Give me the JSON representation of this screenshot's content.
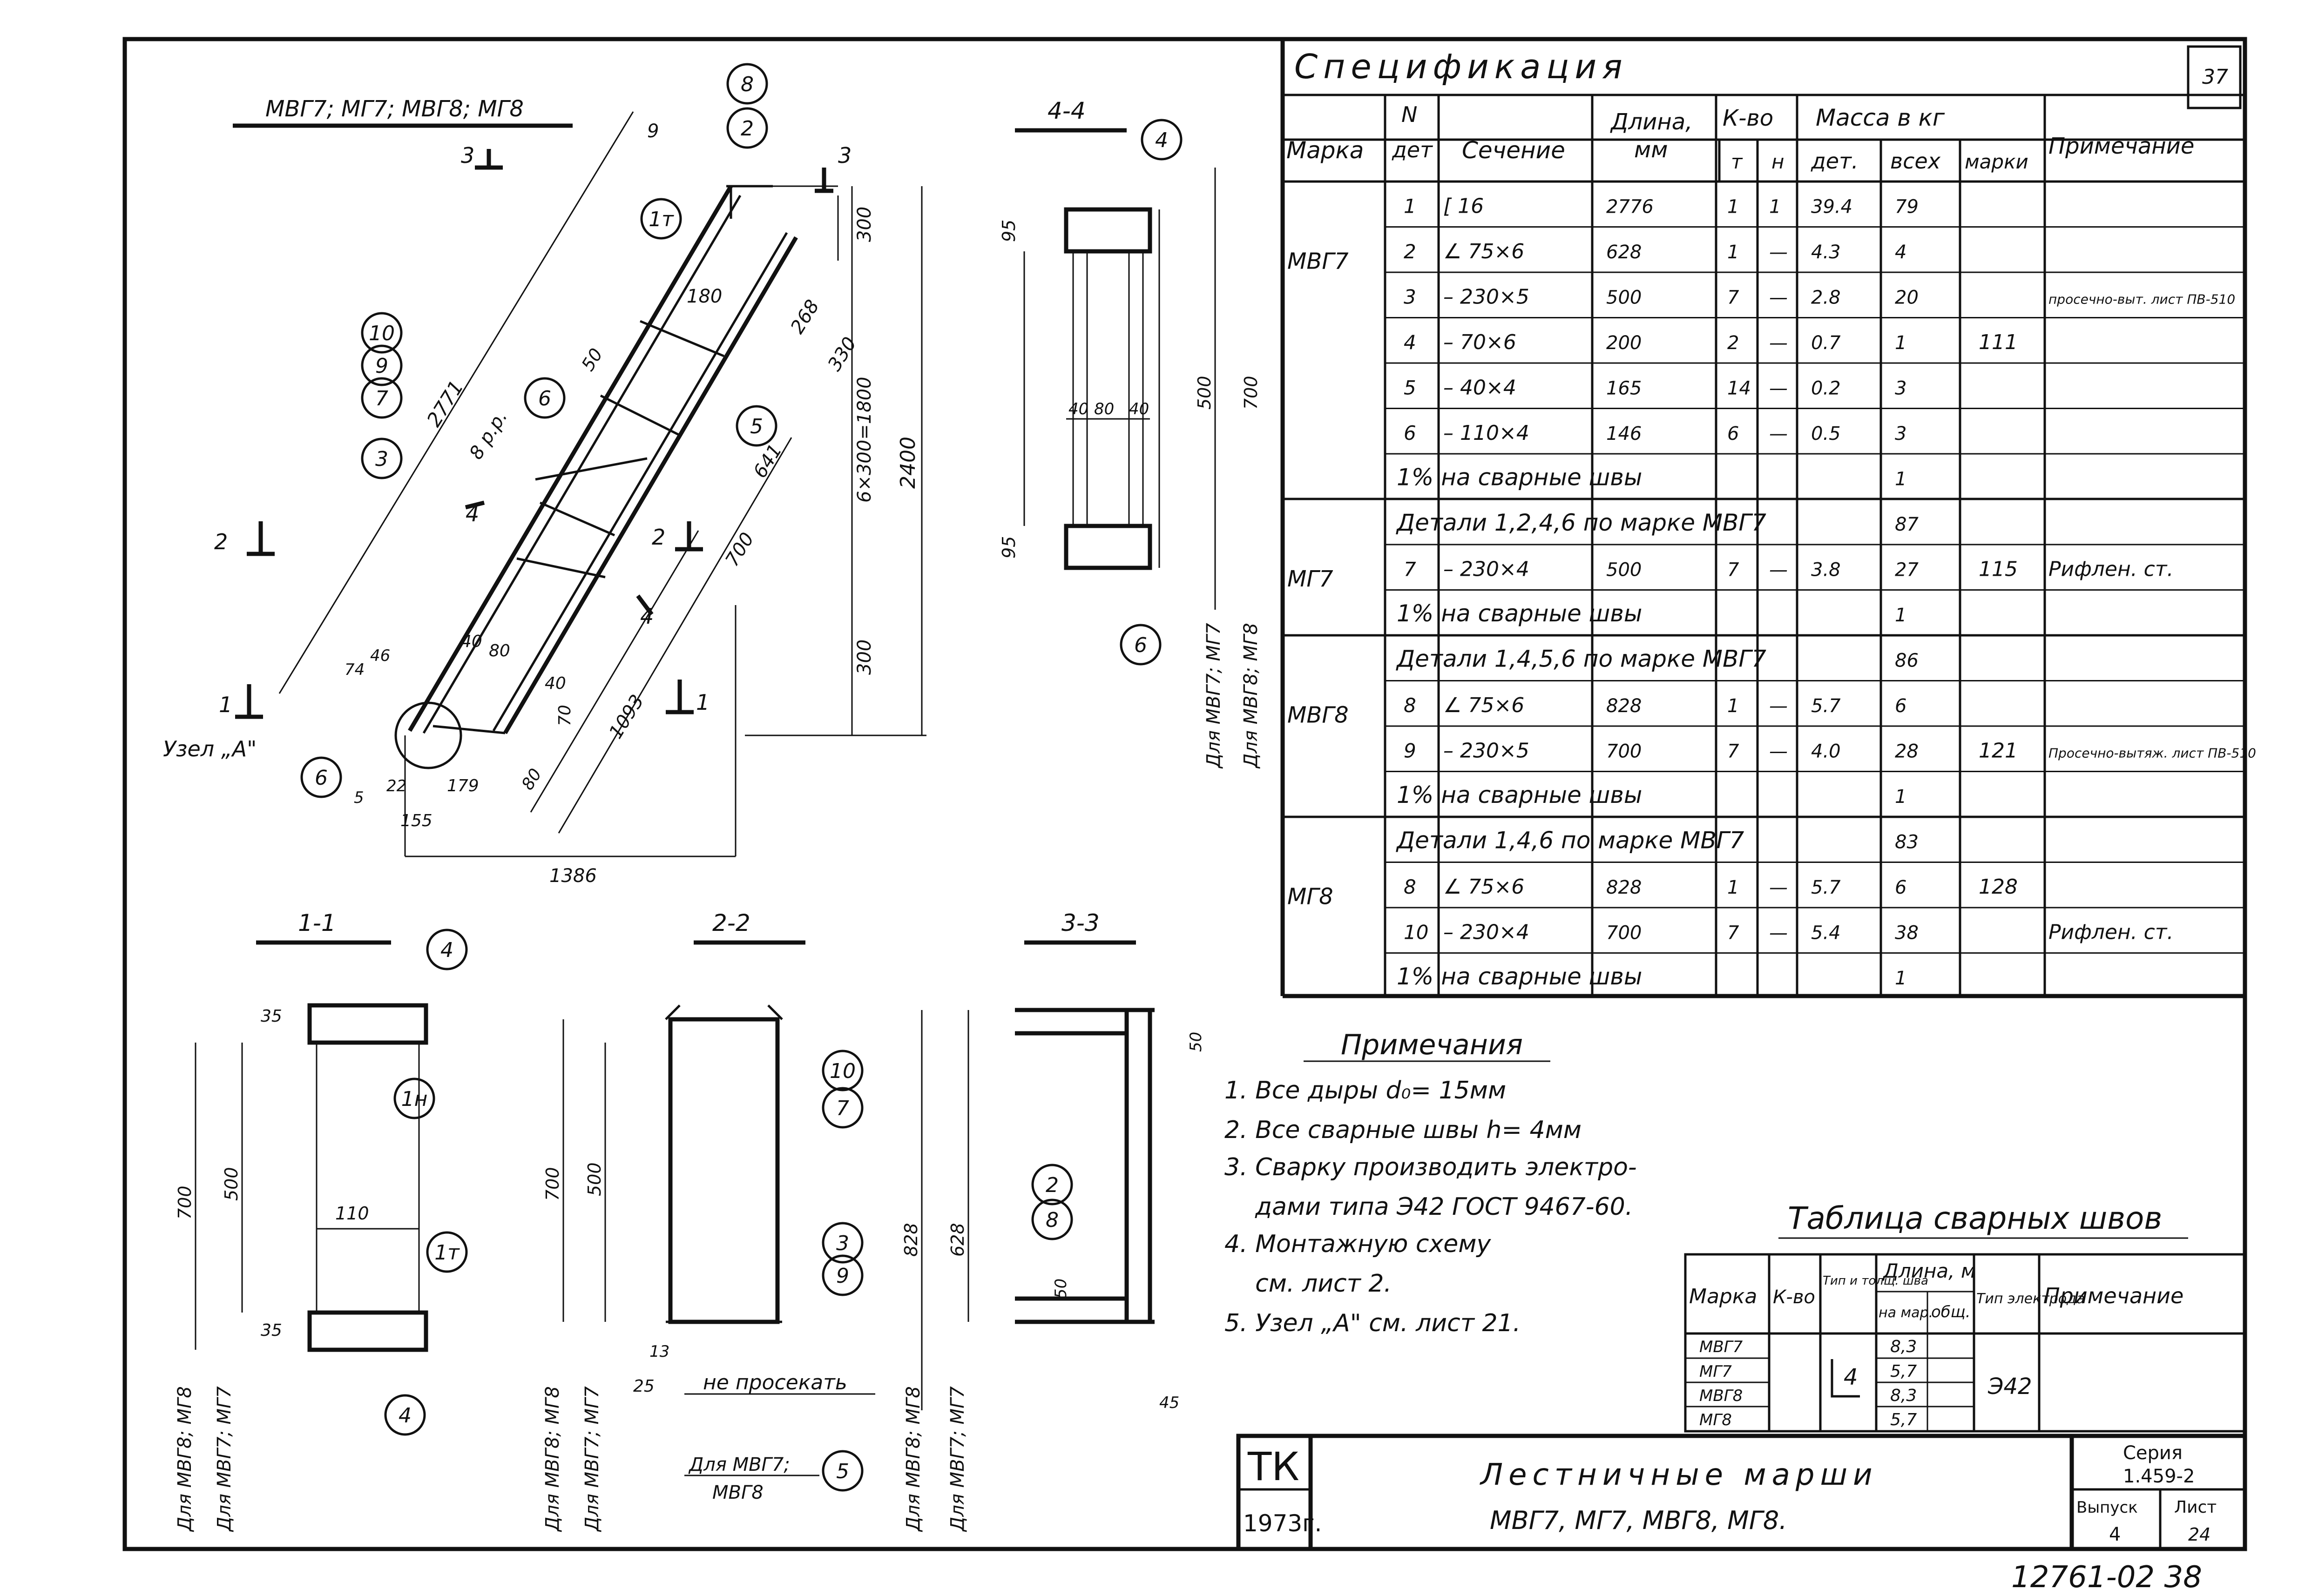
{
  "sheet_number": "37",
  "views": {
    "main_title": "МВГ7; МГ7; МВГ8; МГ8",
    "section_4_4": "4-4",
    "section_1_1": "1-1",
    "section_2_2": "2-2",
    "section_3_3": "3-3",
    "node_a_label": "Узел „А\"",
    "cut_marks": [
      "3",
      "3",
      "2",
      "2",
      "1",
      "1",
      "4",
      "4"
    ]
  },
  "callouts": [
    "8",
    "2",
    "1т",
    "10",
    "9",
    "7",
    "3",
    "6",
    "5",
    "4",
    "6",
    "6",
    "4",
    "1н",
    "1т",
    "4",
    "10",
    "7",
    "3",
    "9",
    "5",
    "2",
    "8"
  ],
  "dimensions": {
    "main": [
      "9",
      "300",
      "180",
      "268",
      "330",
      "50",
      "2771",
      "8 р.р.",
      "641",
      "6×300=1800",
      "2400",
      "700",
      "300",
      "1093",
      "40",
      "80",
      "74",
      "46",
      "40",
      "70",
      "80",
      "179",
      "155",
      "22",
      "5",
      "1386"
    ],
    "sec44": [
      "95",
      "40",
      "80",
      "40",
      "500",
      "700",
      "95"
    ],
    "sec11": [
      "35",
      "700",
      "500",
      "110",
      "35"
    ],
    "sec22": [
      "700",
      "500",
      "13",
      "25"
    ],
    "sec33": [
      "828",
      "628",
      "50",
      "50",
      "45"
    ]
  },
  "view_notes": {
    "for_mvg7_mg7": "Для МВГ7; МГ7",
    "for_mvg8_mg8": "Для МВГ8; МГ8",
    "for_mvg8_mg8_b": "Для МВГ8; МГ8",
    "for_mvg7_mg7_b": "Для МВГ7; МГ7",
    "for_mvg8_mg8_c": "Для МВГ8; МГ8",
    "for_mvg7_mg7_c": "Для МВГ7; МГ7",
    "for_mvg8_mg8_d": "Для МВГ8; МГ8",
    "for_mvg7_mg7_d": "Для МВГ7; МГ7",
    "ne_prosekat": "не просекать",
    "for_mvg7_mvg8_line1": "Для МВГ7;",
    "for_mvg7_mvg8_line2": "МВГ8"
  },
  "specification": {
    "title": "Спецификация",
    "headers": {
      "marka": "Марка",
      "n_det_1": "N",
      "n_det_2": "дет",
      "sechenie": "Сечение",
      "dlina_1": "Длина,",
      "dlina_2": "мм",
      "kvo": "К-во",
      "t": "т",
      "n": "н",
      "massa": "Масса в кг",
      "det": "дет.",
      "vseh": "всех",
      "marki": "марки",
      "primechanie": "Примечание"
    },
    "rows": [
      {
        "marka": "МВГ7",
        "n": "1",
        "sech": "[ 16",
        "len": "2776",
        "t": "1",
        "h": "1",
        "det": "39.4",
        "all": "79",
        "mark": "",
        "note": ""
      },
      {
        "marka": "",
        "n": "2",
        "sech": "∠ 75×6",
        "len": "628",
        "t": "1",
        "h": "—",
        "det": "4.3",
        "all": "4",
        "mark": "",
        "note": ""
      },
      {
        "marka": "",
        "n": "3",
        "sech": "– 230×5",
        "len": "500",
        "t": "7",
        "h": "—",
        "det": "2.8",
        "all": "20",
        "mark": "",
        "note": "просечно-выт. лист ПВ-510"
      },
      {
        "marka": "",
        "n": "4",
        "sech": "– 70×6",
        "len": "200",
        "t": "2",
        "h": "—",
        "det": "0.7",
        "all": "1",
        "mark": "111",
        "note": ""
      },
      {
        "marka": "",
        "n": "5",
        "sech": "– 40×4",
        "len": "165",
        "t": "14",
        "h": "—",
        "det": "0.2",
        "all": "3",
        "mark": "",
        "note": ""
      },
      {
        "marka": "",
        "n": "6",
        "sech": "– 110×4",
        "len": "146",
        "t": "6",
        "h": "—",
        "det": "0.5",
        "all": "3",
        "mark": "",
        "note": ""
      },
      {
        "marka": "",
        "n": "",
        "sech": "1% на сварные швы",
        "len": "",
        "t": "",
        "h": "",
        "det": "",
        "all": "1",
        "mark": "",
        "note": ""
      },
      {
        "marka": "МГ7",
        "n": "",
        "sech": "Детали 1,2,4,6 по марке МВГ7",
        "len": "",
        "t": "",
        "h": "",
        "det": "",
        "all": "87",
        "mark": "",
        "note": ""
      },
      {
        "marka": "",
        "n": "7",
        "sech": "– 230×4",
        "len": "500",
        "t": "7",
        "h": "—",
        "det": "3.8",
        "all": "27",
        "mark": "115",
        "note": "Рифлен. ст."
      },
      {
        "marka": "",
        "n": "",
        "sech": "1% на сварные швы",
        "len": "",
        "t": "",
        "h": "",
        "det": "",
        "all": "1",
        "mark": "",
        "note": ""
      },
      {
        "marka": "МВГ8",
        "n": "",
        "sech": "Детали 1,4,5,6 по марке МВГ7",
        "len": "",
        "t": "",
        "h": "",
        "det": "",
        "all": "86",
        "mark": "",
        "note": ""
      },
      {
        "marka": "",
        "n": "8",
        "sech": "∠ 75×6",
        "len": "828",
        "t": "1",
        "h": "—",
        "det": "5.7",
        "all": "6",
        "mark": "",
        "note": ""
      },
      {
        "marka": "",
        "n": "9",
        "sech": "– 230×5",
        "len": "700",
        "t": "7",
        "h": "—",
        "det": "4.0",
        "all": "28",
        "mark": "121",
        "note": "Просечно-вытяж. лист ПВ-510"
      },
      {
        "marka": "",
        "n": "",
        "sech": "1% на сварные швы",
        "len": "",
        "t": "",
        "h": "",
        "det": "",
        "all": "1",
        "mark": "",
        "note": ""
      },
      {
        "marka": "МГ8",
        "n": "",
        "sech": "Детали 1,4,6 по марке МВГ7",
        "len": "",
        "t": "",
        "h": "",
        "det": "",
        "all": "83",
        "mark": "",
        "note": ""
      },
      {
        "marka": "",
        "n": "8",
        "sech": "∠ 75×6",
        "len": "828",
        "t": "1",
        "h": "—",
        "det": "5.7",
        "all": "6",
        "mark": "128",
        "note": ""
      },
      {
        "marka": "",
        "n": "10",
        "sech": "– 230×4",
        "len": "700",
        "t": "7",
        "h": "—",
        "det": "5.4",
        "all": "38",
        "mark": "",
        "note": "Рифлен. ст."
      },
      {
        "marka": "",
        "n": "",
        "sech": "1% на сварные швы",
        "len": "",
        "t": "",
        "h": "",
        "det": "",
        "all": "1",
        "mark": "",
        "note": ""
      }
    ]
  },
  "notes": {
    "title": "Примечания",
    "items": [
      "1. Все дыры d₀= 15мм",
      "2. Все сварные швы h= 4мм",
      "3. Сварку производить электро-",
      "    дами типа Э42 ГОСТ 9467-60.",
      "4. Монтажную схему",
      "    см. лист 2.",
      "5. Узел „А\" см. лист 21."
    ]
  },
  "weld_table": {
    "title": "Таблица сварных швов",
    "headers": [
      "Марка",
      "К-во",
      "Тип и толщ. шва",
      "Длина, м",
      "на мар.",
      "общ.",
      "Тип электрода",
      "Примечание"
    ],
    "rows": [
      {
        "marka": "МВГ7",
        "len": "8,3"
      },
      {
        "marka": "МГ7",
        "len": "5,7"
      },
      {
        "marka": "МВГ8",
        "len": "8,3"
      },
      {
        "marka": "МГ8",
        "len": "5,7"
      }
    ],
    "thickness": "4",
    "electrode": "Э42"
  },
  "title_block": {
    "logo": "ТК",
    "year": "1973г.",
    "title_line1": "Лестничные марши",
    "title_line2": "МВГ7, МГ7, МВГ8, МГ8.",
    "series_label": "Серия",
    "series_value": "1.459-2",
    "issue_label": "Выпуск",
    "issue_value": "4",
    "sheet_label": "Лист",
    "sheet_value": "24"
  },
  "archive_number": "12761-02 38"
}
